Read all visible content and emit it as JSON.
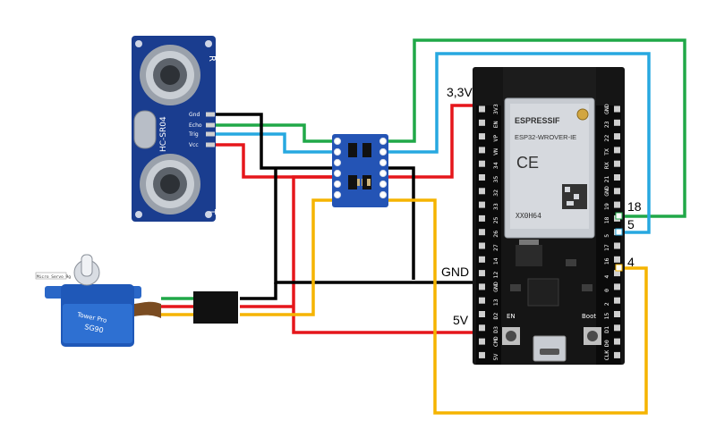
{
  "colors": {
    "gnd": "#000000",
    "vcc": "#e5161b",
    "trig": "#27a8e0",
    "echo": "#20a848",
    "signal": "#f5b400",
    "board": "#111111",
    "sensor": "#1a3d8f",
    "shifter": "#2454b5"
  },
  "labels": {
    "v33": "3,3V",
    "gnd": "GND",
    "v5": "5V",
    "pin18": "18",
    "pin5": "5",
    "pin4": "4"
  },
  "sensor": {
    "model": "HC-SR04",
    "corner_r": "R",
    "corner_t": "T",
    "pins": [
      "Gnd",
      "Echo",
      "Trig",
      "Vcc"
    ]
  },
  "esp32": {
    "brand": "ESPRESSIF",
    "module": "ESP32-WROVER-IE",
    "ce": "CE",
    "code": "XX0H64",
    "en_label": "EN",
    "boot_label": "Boot",
    "left_pins": [
      "3V3",
      "EN",
      "VP",
      "VN",
      "34",
      "35",
      "32",
      "33",
      "25",
      "26",
      "27",
      "14",
      "12",
      "GND",
      "13",
      "D2",
      "D3",
      "CMD",
      "5V"
    ],
    "right_pins": [
      "GND",
      "23",
      "22",
      "TX",
      "RX",
      "21",
      "GND",
      "19",
      "18",
      "5",
      "17",
      "16",
      "4",
      "0",
      "2",
      "15",
      "D1",
      "D0",
      "CLK"
    ]
  },
  "servo": {
    "brand": "Tower Pro",
    "model": "SG90",
    "tag": "Micro Servo 9g"
  }
}
